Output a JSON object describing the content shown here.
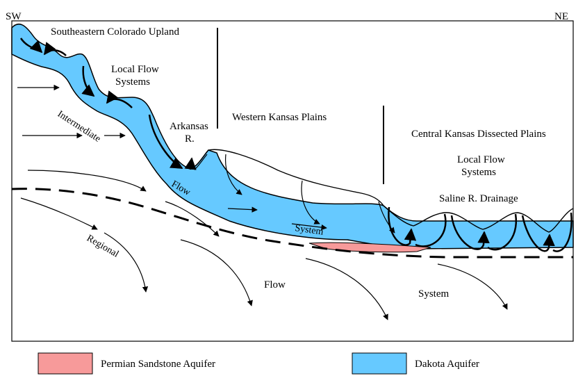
{
  "corners": {
    "left": "SW",
    "right": "NE"
  },
  "regions": {
    "colorado_upland": "Southeastern Colorado Upland",
    "western_kansas": "Western Kansas Plains",
    "central_kansas": "Central Kansas Dissected Plains"
  },
  "labels": {
    "local_flow_left_1": "Local Flow",
    "local_flow_left_2": "Systems",
    "arkansas_1": "Arkansas",
    "arkansas_2": "R.",
    "local_flow_right_1": "Local Flow",
    "local_flow_right_2": "Systems",
    "saline": "Saline R. Drainage",
    "intermediate": "Intermediate",
    "flow_mid": "Flow",
    "system_mid": "System",
    "regional": "Regional",
    "flow_regional": "Flow",
    "system_regional": "System"
  },
  "legend": {
    "permian": {
      "label": "Permian Sandstone Aquifer",
      "color": "#f79a9a"
    },
    "dakota": {
      "label": "Dakota Aquifer",
      "color": "#66c9ff"
    }
  },
  "colors": {
    "dakota": "#66c9ff",
    "permian": "#f79a9a",
    "line": "#000000"
  }
}
